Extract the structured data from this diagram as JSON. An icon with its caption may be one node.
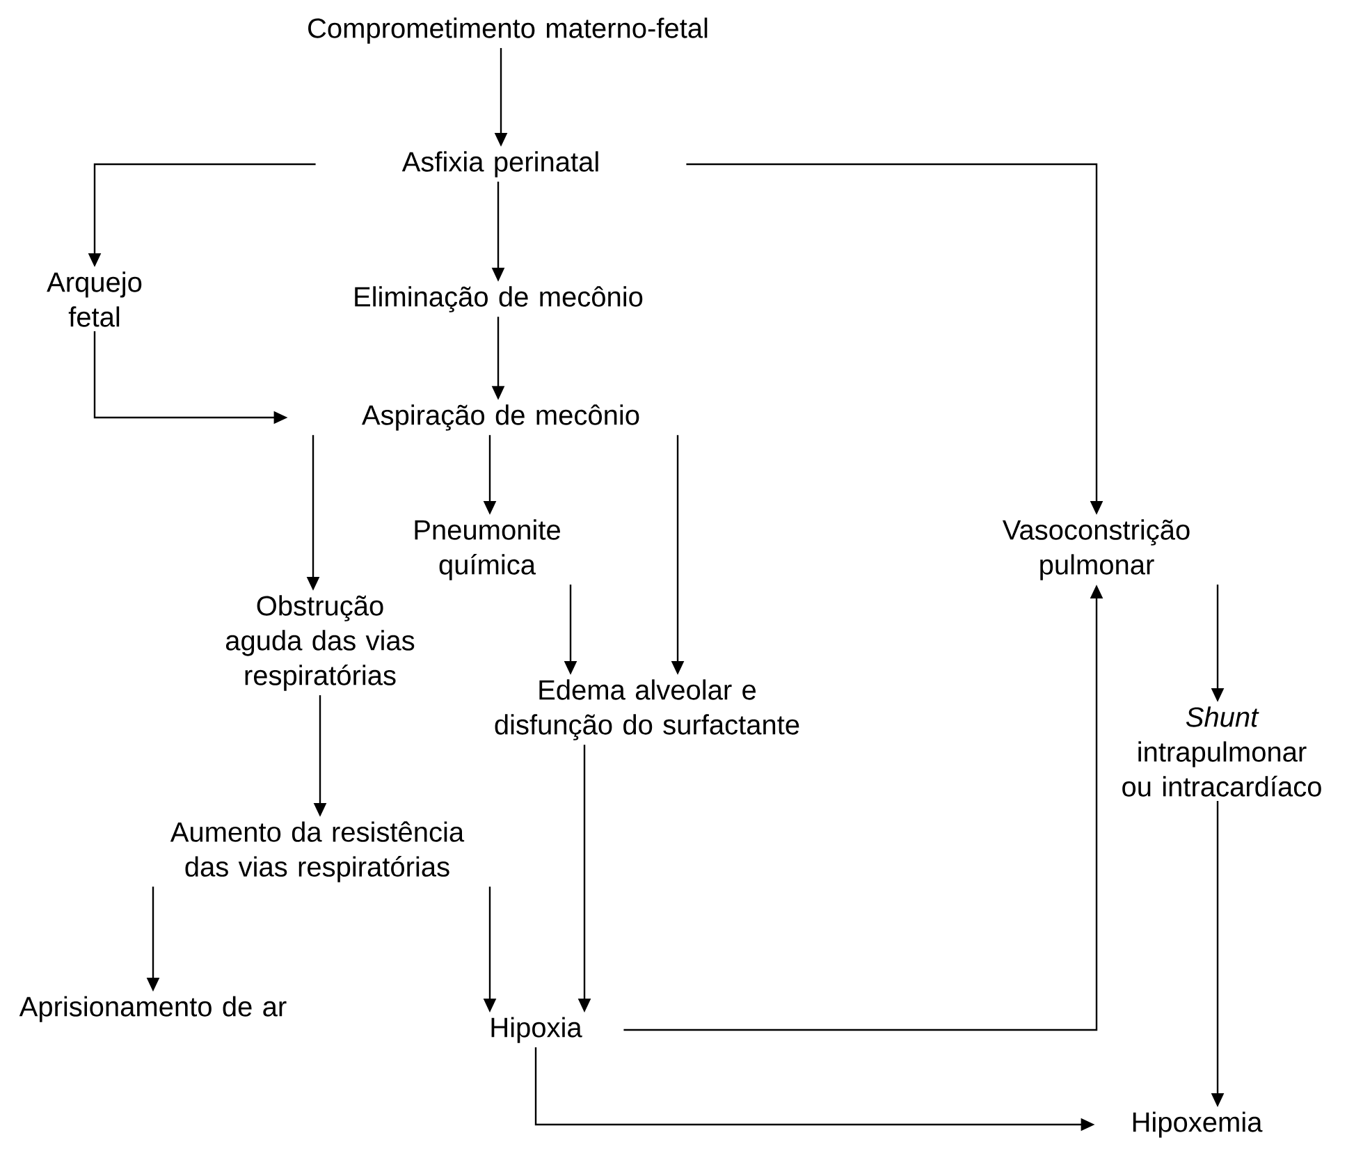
{
  "diagram": {
    "nodes": [
      {
        "text": [
          "Comprometimento materno-fetal"
        ]
      },
      {
        "text": [
          "Asfixia perinatal"
        ]
      },
      {
        "text": [
          "Arquejo fetal"
        ]
      },
      {
        "text": [
          "Eliminação de mecônio"
        ]
      },
      {
        "text": [
          "Aspiração de mecônio"
        ]
      },
      {
        "text": [
          "Pneumonite química"
        ]
      },
      {
        "text": [
          "Vasoconstrição pulmonar"
        ]
      },
      {
        "text": [
          "Obstrução aguda das vias respiratórias"
        ]
      },
      {
        "text": [
          "Edema alveolar e disfunção do surfactante"
        ]
      },
      {
        "text": [
          "*Shunt* intrapulmonar ou intracardíaco"
        ]
      },
      {
        "text": [
          "Aumento da resistência das vias respiratórias"
        ]
      },
      {
        "text": [
          "Aprisionamento de ar"
        ]
      },
      {
        "text": [
          "Hipoxia"
        ]
      },
      {
        "text": [
          "Hipoxemia"
        ]
      }
    ],
    "edges": [
      {
        "from": 0,
        "to": 1,
        "arrow": "to"
      },
      {
        "from": 1,
        "to": 2,
        "arrow": "to"
      },
      {
        "from": 1,
        "to": 3,
        "arrow": "to"
      },
      {
        "from": 1,
        "to": 6,
        "arrow": "to"
      },
      {
        "from": 2,
        "to": 4,
        "arrow": "to"
      },
      {
        "from": 3,
        "to": 4,
        "arrow": "to"
      },
      {
        "from": 4,
        "to": 7,
        "arrow": "to"
      },
      {
        "from": 4,
        "to": 5,
        "arrow": "to"
      },
      {
        "from": 4,
        "to": 8,
        "arrow": "to"
      },
      {
        "from": 5,
        "to": 8,
        "arrow": "to"
      },
      {
        "from": 7,
        "to": 10,
        "arrow": "to"
      },
      {
        "from": 6,
        "to": 9,
        "arrow": "to"
      },
      {
        "from": 10,
        "to": 11,
        "arrow": "to"
      },
      {
        "from": 10,
        "to": 12,
        "arrow": "to"
      },
      {
        "from": 8,
        "to": 12,
        "arrow": "to"
      },
      {
        "from": 12,
        "to": 6,
        "arrow": "to"
      },
      {
        "from": 12,
        "to": 13,
        "arrow": "to"
      },
      {
        "from": 9,
        "to": 13,
        "arrow": "to"
      }
    ]
  }
}
